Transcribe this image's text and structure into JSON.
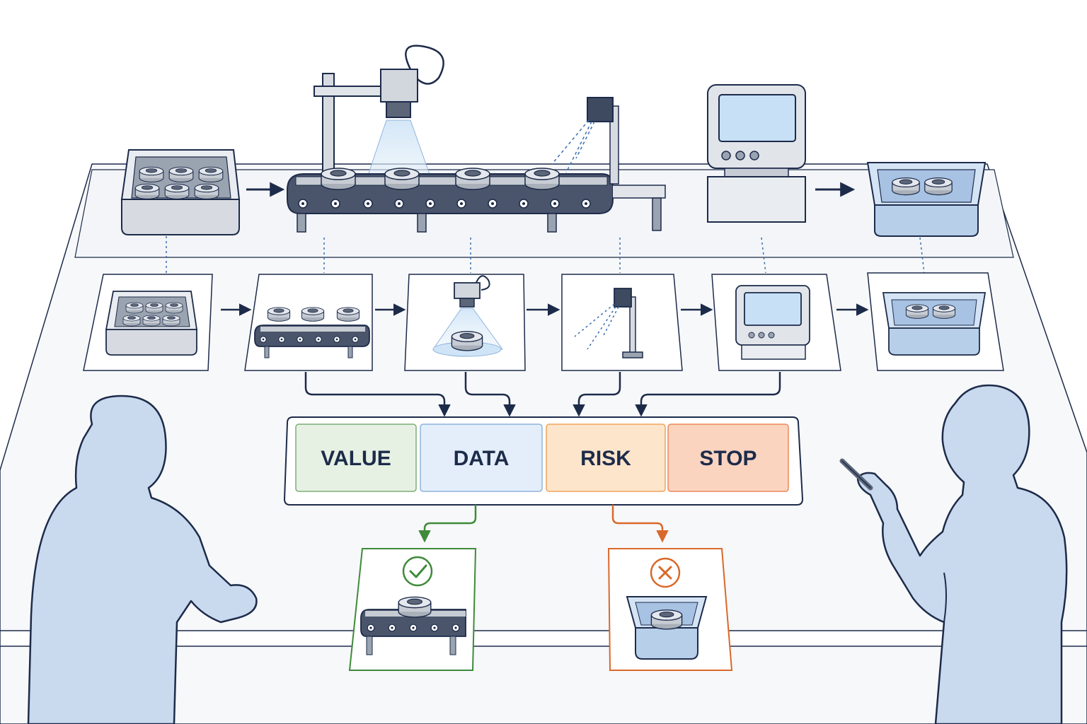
{
  "decision_bar": {
    "segments": [
      {
        "key": "value",
        "label": "VALUE",
        "fill": "#e6f1e3",
        "stroke": "#7fae78"
      },
      {
        "key": "data",
        "label": "DATA",
        "fill": "#e3eefa",
        "stroke": "#8fb4dd"
      },
      {
        "key": "risk",
        "label": "RISK",
        "fill": "#fde5cc",
        "stroke": "#f0a45c"
      },
      {
        "key": "stop",
        "label": "STOP",
        "fill": "#fbd4c0",
        "stroke": "#ec8a58"
      }
    ]
  },
  "process_steps": [
    {
      "icon": "parts-bin-icon"
    },
    {
      "icon": "conveyor-icon"
    },
    {
      "icon": "vision-camera-icon"
    },
    {
      "icon": "laser-scanner-icon"
    },
    {
      "icon": "control-terminal-icon"
    },
    {
      "icon": "output-bin-icon"
    }
  ],
  "outcomes": {
    "pass": {
      "icon": "checkmark-icon",
      "color": "#3f8a3a"
    },
    "reject": {
      "icon": "x-mark-icon",
      "color": "#d9692a"
    }
  },
  "colors": {
    "ink": "#1d2b4a",
    "steel": "#c7ccd4",
    "person": "#c9d9ee",
    "bin_blue": "#c2d6ee",
    "beam": "#d6e8f7"
  }
}
